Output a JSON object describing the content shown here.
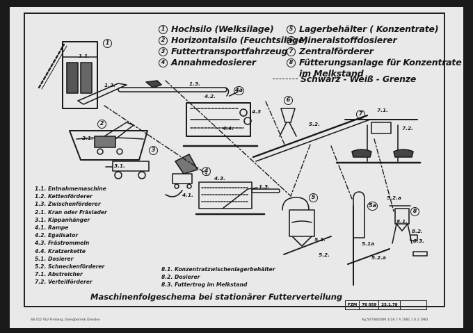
{
  "legend": [
    {
      "num": "1",
      "text": "Hochsilo (Welksilage)"
    },
    {
      "num": "2",
      "text": "Horizontalsilo (Feuchtsilage)"
    },
    {
      "num": "3",
      "text": "Futtertransportfahrzeug"
    },
    {
      "num": "4",
      "text": "Annahmedosierer"
    },
    {
      "num": "5",
      "text": "Lagerbehälter ( Konzentrate)"
    },
    {
      "num": "6",
      "text": "Mineralstoffdosierer"
    },
    {
      "num": "7",
      "text": "Zentralförderer"
    },
    {
      "num": "8",
      "text": "Fütterungsanlage für Konzentrate"
    }
  ],
  "legend_8_cont": "im Melkstand",
  "legend_line": "Schwarz - Weiß - Grenze",
  "parts_left": [
    "1.1. Entnahmemaschine",
    "1.2. Kettenförderer",
    "1.3. Zwischenförderer",
    "2.1. Kran oder Fräslader",
    "3.1. Kippanhänger",
    "4.1. Rampe",
    "4.2. Egalisator",
    "4.3. Frästrommeln",
    "4.4. Kratzerkette",
    "5.1. Dosierer",
    "5.2. Schneckenförderer",
    "7.1. Abstreicher",
    "7.2. Verteilförderer"
  ],
  "parts_right": [
    "8.1. Konzentratzwischenlagerbehälter",
    "8.2. Dosierer",
    "8.3. Futtertrog im Melkstand"
  ],
  "title": "Maschinenfolgeschema bei stationärer Futterverteilung",
  "stamp": [
    "FZM",
    "78 059",
    "25.1.78",
    ""
  ],
  "footer_left": "SB 012 VLV Freiberg, Zweigbetrieb Dresden",
  "footer_right": "Ag 507/80/DDR 1/18 7 A 1081 1.0 2 1981",
  "diagram_labels": {
    "d1": "1",
    "d11": "1.1.",
    "d12": "1.2.",
    "d13": "1.3.",
    "d2": "2",
    "d21": "2.1.",
    "d3": "3",
    "d31": "3.1.",
    "d42": "4.2.",
    "d4a": "4a",
    "d43a": "4.3",
    "d44": "4.4.",
    "d6": "6",
    "d52a": "5.2.",
    "d7": "7",
    "d71": "7.1.",
    "d72": "7.2.",
    "d4": "4",
    "d41": "4.1.",
    "d43b": "4.3.",
    "d13b": "1.3.",
    "d5": "5",
    "d51": "5.1.",
    "d52b": "5.2.",
    "d5a": "5a",
    "d51a": "5.1a",
    "d52a2": "5.2.a",
    "d52top": "5.2.a",
    "d8": "8",
    "d81": "8.1.",
    "d82": "8.2.",
    "d83": "8.3."
  }
}
